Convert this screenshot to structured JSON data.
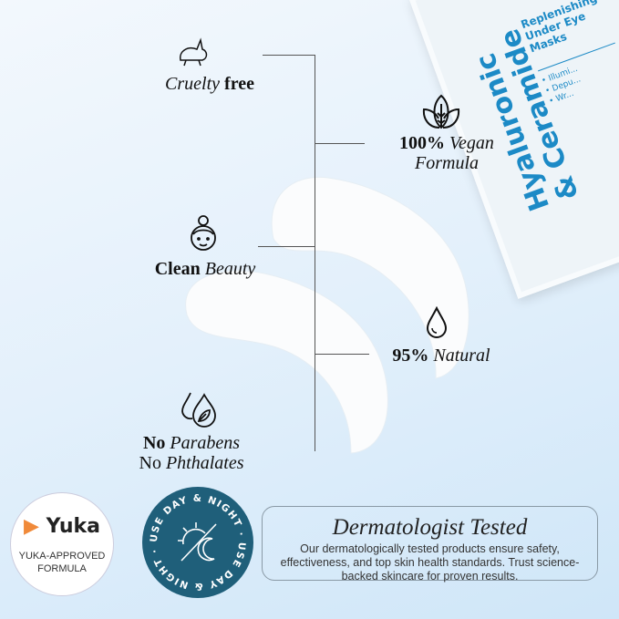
{
  "pouch": {
    "brand_line1": "Hyaluronic",
    "brand_line2": "& Ceramide",
    "subtitle": [
      "Replenishing",
      "Under Eye",
      "Masks"
    ],
    "bullets": [
      "• Illumi...",
      "• Depu...",
      "• Wr..."
    ]
  },
  "features": {
    "cruelty": {
      "normal": "Cruelty ",
      "bold": "free",
      "icon": "rabbit-icon"
    },
    "vegan": {
      "bold": "100% ",
      "italic": "Vegan",
      "line2": "Formula",
      "icon": "leaf-icon"
    },
    "clean": {
      "bold": "Clean ",
      "italic": "Beauty",
      "icon": "woman-face-icon"
    },
    "natural": {
      "bold": "95% ",
      "italic": "Natural",
      "icon": "droplet-icon"
    },
    "parabens": {
      "bold": "No ",
      "italic": "Parabens",
      "line2_normal": "No ",
      "line2_italic": "Phthalates",
      "icon": "droplets-leaf-icon"
    }
  },
  "yuka": {
    "logo": "Yuka",
    "label_line1": "YUKA-APPROVED",
    "label_line2": "FORMULA"
  },
  "day_night": {
    "ring_text": "USE DAY & NIGHT · USE DAY & NIGHT · ",
    "color": "#1f5f7a"
  },
  "derm": {
    "title": "Dermatologist Tested",
    "description": "Our dermatologically tested products ensure safety, effectiveness, and top skin health standards. Trust science-backed skincare for proven results."
  }
}
